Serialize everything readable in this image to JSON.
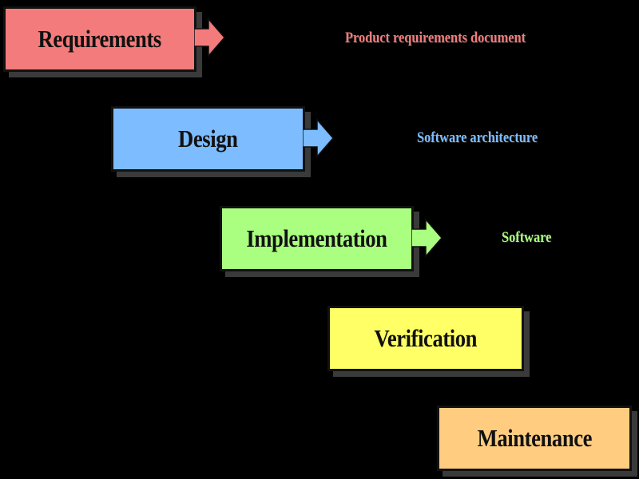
{
  "stages": [
    {
      "label": "Requirements",
      "color": "#f47b7b"
    },
    {
      "label": "Design",
      "color": "#7cbcff"
    },
    {
      "label": "Implementation",
      "color": "#aaff80"
    },
    {
      "label": "Verification",
      "color": "#ffff66"
    },
    {
      "label": "Maintenance",
      "color": "#ffcc80"
    }
  ],
  "artifacts": [
    {
      "label": "Product requirements document",
      "color": "#f47b7b"
    },
    {
      "label": "Software architecture",
      "color": "#7cbcff"
    },
    {
      "label": "Software",
      "color": "#aaff80"
    }
  ],
  "arrow_icon": "right-arrow-icon"
}
